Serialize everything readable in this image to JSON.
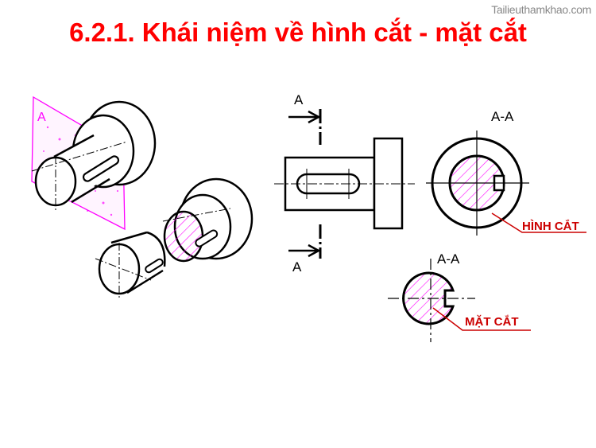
{
  "watermark": "Tailieuthamkhao.com",
  "title": "6.2.1. Khái niệm về hình cắt - mặt cắt",
  "diagram": {
    "iso_plane_label": "A",
    "cut_marker_top": "A",
    "cut_marker_bottom": "A",
    "section_view_title": "A-A",
    "cross_section_title": "A-A",
    "section_view_callout": "HÌNH CẮT",
    "cross_section_callout": "MẶT CẮT"
  },
  "colors": {
    "title": "#ff0000",
    "hatch": "#ff00ff",
    "callout": "#cc0000",
    "line": "#000000"
  }
}
